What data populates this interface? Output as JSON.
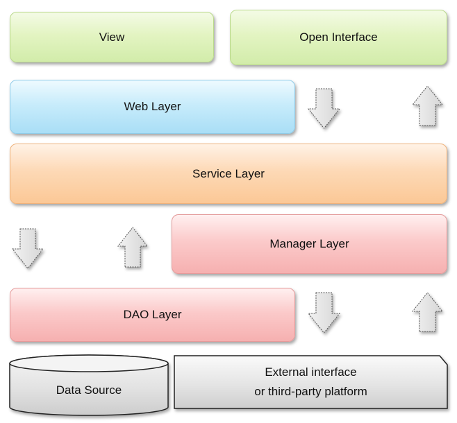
{
  "diagram": {
    "layers": {
      "view": "View",
      "open_interface": "Open Interface",
      "web_layer": "Web Layer",
      "service_layer": "Service Layer",
      "manager_layer": "Manager Layer",
      "dao_layer": "DAO Layer",
      "data_source": "Data Source",
      "external_line1": "External interface",
      "external_line2": "or third-party platform"
    },
    "arrows": [
      {
        "name": "web-to-service-arrow",
        "direction": "down"
      },
      {
        "name": "service-to-open-interface-arrow",
        "direction": "up"
      },
      {
        "name": "service-to-dao-arrow",
        "direction": "down"
      },
      {
        "name": "manager-to-service-arrow",
        "direction": "up"
      },
      {
        "name": "dao-to-external-arrow",
        "direction": "down"
      },
      {
        "name": "external-to-manager-arrow",
        "direction": "up"
      }
    ],
    "colors": {
      "view": "#e3f4c2",
      "web": "#c8ecfb",
      "service": "#fdd9b6",
      "manager_dao": "#fbcaca",
      "storage": "#e6e6e6",
      "arrow": "#e2e2e2"
    }
  }
}
